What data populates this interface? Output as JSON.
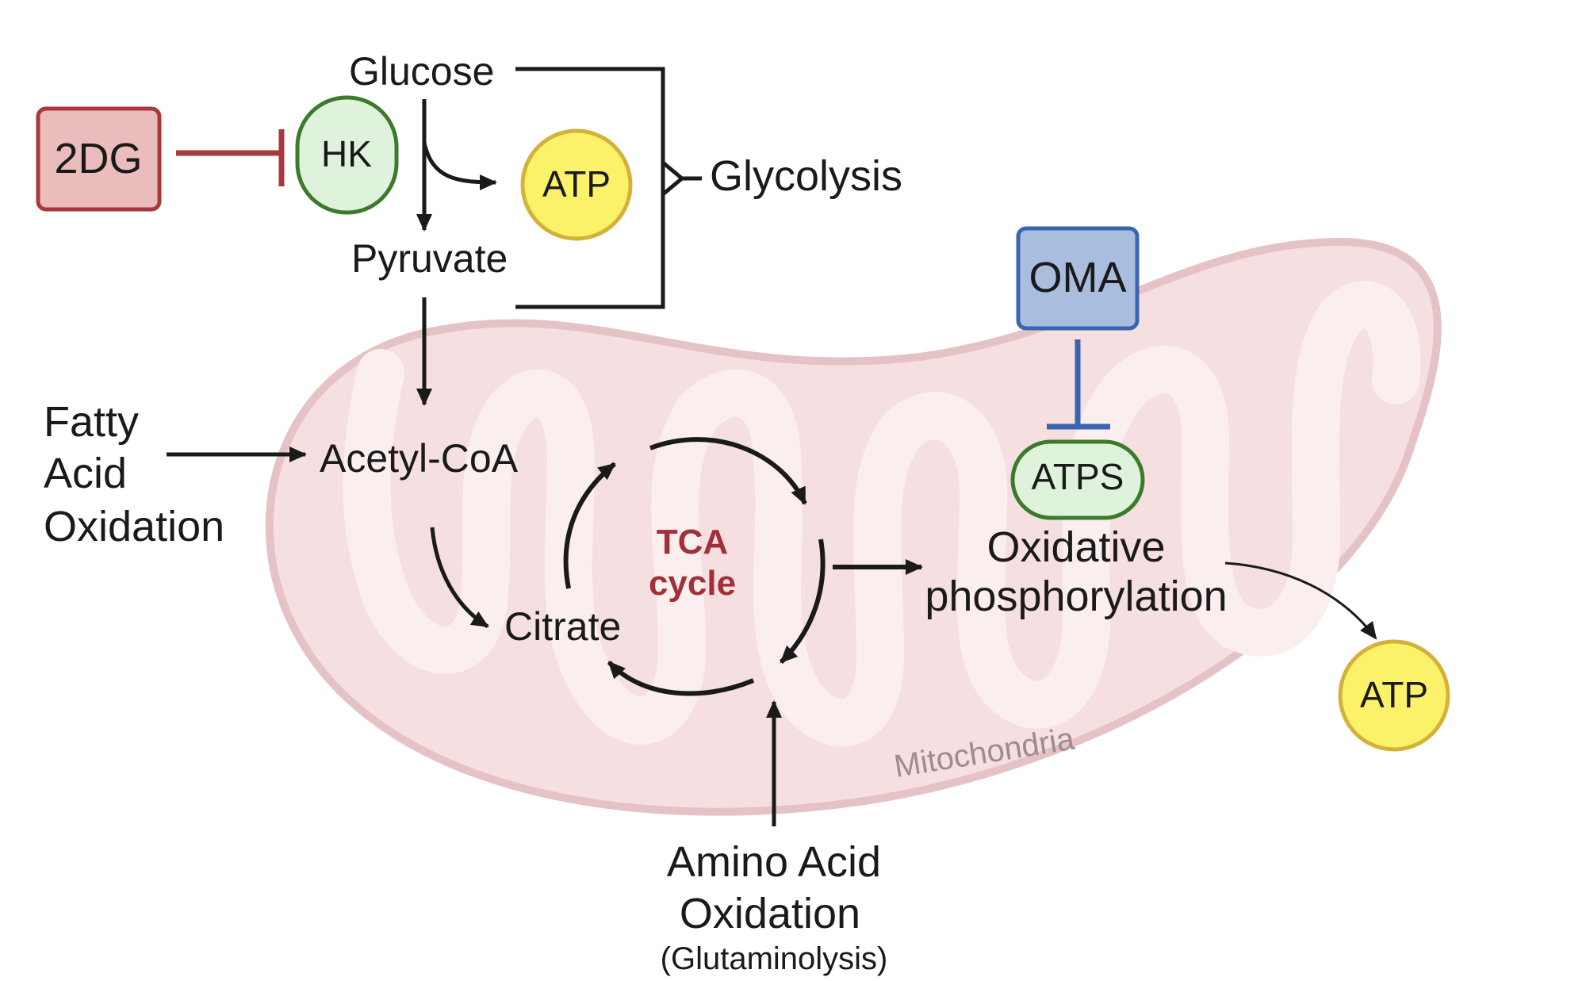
{
  "nodes": {
    "glucose": "Glucose",
    "pyruvate": "Pyruvate",
    "acetyl_coa": "Acetyl-CoA",
    "citrate": "Citrate",
    "oxphos_line1": "Oxidative",
    "oxphos_line2": "phosphorylation"
  },
  "inhibitors": {
    "dg2": "2DG",
    "oma": "OMA"
  },
  "enzymes": {
    "hk": "HK",
    "atps": "ATPS"
  },
  "products": {
    "atp_glycolysis": "ATP",
    "atp_oxphos": "ATP"
  },
  "labels": {
    "glycolysis": "Glycolysis",
    "fatty_line1": "Fatty",
    "fatty_line2": "Acid",
    "fatty_line3": "Oxidation",
    "tca_line1": "TCA",
    "tca_line2": "cycle",
    "amino_line1": "Amino Acid",
    "amino_line2": "Oxidation",
    "amino_line3": "(Glutaminolysis)",
    "mitochondria": "Mitochondria"
  },
  "colors": {
    "inhibitor_red_fill": "#ebbcbc",
    "inhibitor_red_stroke": "#a8383c",
    "inhibitor_blue_fill": "#a9bddf",
    "inhibitor_blue_stroke": "#3a66b0",
    "enzyme_fill": "#dff3dc",
    "enzyme_stroke": "#3c7a2c",
    "atp_fill": "#fbf26a",
    "atp_stroke": "#d4b23a",
    "mito_fill": "#f6dfe1",
    "mito_stroke": "#e5c2c5",
    "tca_text": "#a23038"
  }
}
